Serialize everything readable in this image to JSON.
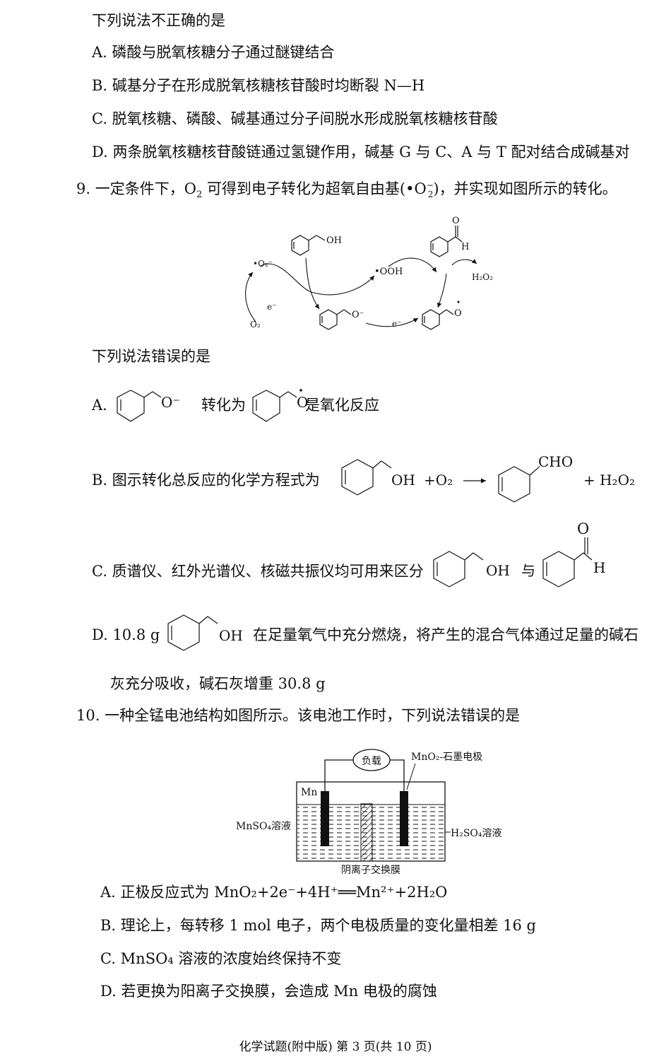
{
  "q8_tail": {
    "prompt": "下列说法不正确的是",
    "options": [
      "A. 磷酸与脱氧核糖分子通过醚键结合",
      "B. 碱基分子在形成脱氧核糖核苷酸时均断裂 N—H",
      "C. 脱氧核糖、磷酸、碱基通过分子间脱水形成脱氧核糖核苷酸",
      "D. 两条脱氧核糖核苷酸链通过氢键作用，碱基 G 与 C、A 与 T 配对结合成碱基对"
    ]
  },
  "q9": {
    "stem_before": "9. 一定条件下，O",
    "stem_sub": "2",
    "stem_middle": " 可得到电子转化为超氧自由基(",
    "stem_radical": "•O",
    "stem_radical_sup": "−",
    "stem_radical_sub": "2",
    "stem_after": ")，并实现如图所示的转化。",
    "diagram": {
      "o2_radical": "•O₂⁻",
      "o2": "O₂",
      "e_left": "e⁻",
      "e_bottom": "e⁻",
      "ooh": "•OOH",
      "h2o2": "H₂O₂",
      "oh": "OH",
      "o_minus": "O⁻",
      "o_radical": "O",
      "aldehyde_o": "O",
      "aldehyde_h": "H"
    },
    "prompt": "下列说法错误的是",
    "optA": {
      "label": "A.",
      "o_minus": "O⁻",
      "mid": "转化为",
      "o_radical": "O",
      "end": "是氧化反应"
    },
    "optB": {
      "label": "B. 图示转化总反应的化学方程式为",
      "oh": "OH",
      "plus_o2": "+O₂",
      "cho": "CHO",
      "plus_h2o2": "+ H₂O₂"
    },
    "optC": {
      "label": "C. 质谱仪、红外光谱仪、核磁共振仪均可用来区分",
      "oh": "OH",
      "and": "与",
      "o": "O",
      "h": "H"
    },
    "optD": {
      "label": "D. 10.8 g",
      "oh": "OH",
      "rest": "在足量氧气中充分燃烧，将产生的混合气体通过足量的碱石",
      "line2": "灰充分吸收，碱石灰增重 30.8 g"
    }
  },
  "q10": {
    "stem": "10. 一种全锰电池结构如图所示。该电池工作时，下列说法错误的是",
    "diagram": {
      "load": "负载",
      "cathode": "MnO₂-石墨电极",
      "mn": "Mn",
      "left_solution": "MnSO₄溶液",
      "right_solution": "H₂SO₄溶液",
      "membrane": "阴离子交换膜"
    },
    "options": [
      "A. 正极反应式为 MnO₂+2e⁻+4H⁺══Mn²⁺+2H₂O",
      "B. 理论上，每转移 1 mol 电子，两个电极质量的变化量相差 16 g",
      "C. MnSO₄ 溶液的浓度始终保持不变",
      "D. 若更换为阳离子交换膜，会造成 Mn 电极的腐蚀"
    ]
  },
  "footer": "化学试题(附中版)  第 3 页(共 10 页)"
}
